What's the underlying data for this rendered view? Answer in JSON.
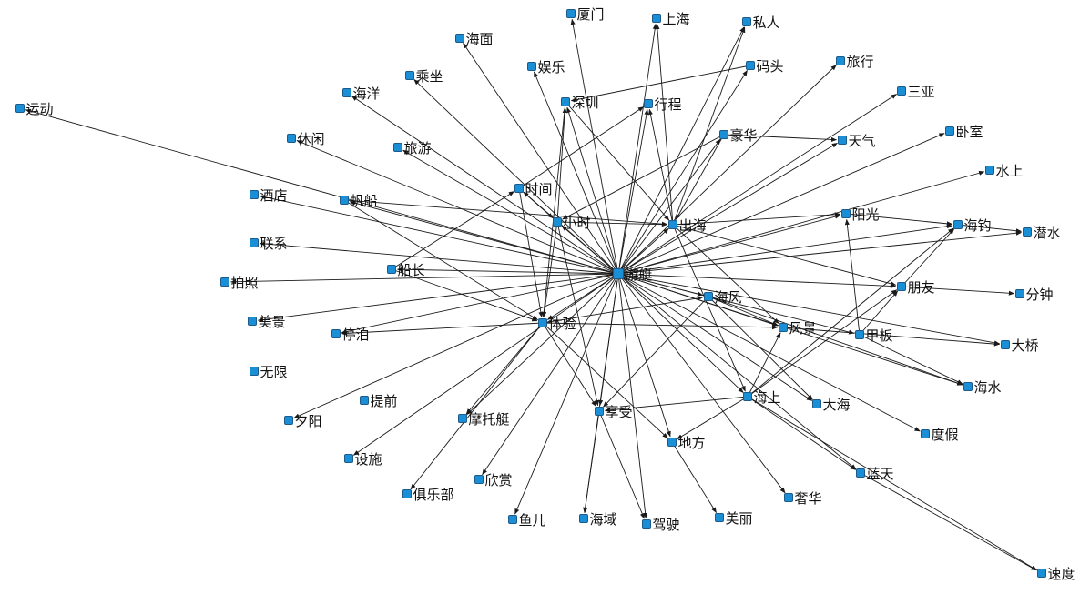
{
  "colors": {
    "node": "#1a8fd6",
    "node_border": "#1b5a8a",
    "edge": "#1a1a1a",
    "label": "#111111"
  },
  "nodes": [
    {
      "id": "youting",
      "label": "游艇"
    },
    {
      "id": "xiamen",
      "label": "厦门"
    },
    {
      "id": "shanghai",
      "label": "上海"
    },
    {
      "id": "siren",
      "label": "私人"
    },
    {
      "id": "haimian",
      "label": "海面"
    },
    {
      "id": "yule",
      "label": "娱乐"
    },
    {
      "id": "matou",
      "label": "码头"
    },
    {
      "id": "lvxing",
      "label": "旅行"
    },
    {
      "id": "chengzuo",
      "label": "乘坐"
    },
    {
      "id": "haiyang",
      "label": "海洋"
    },
    {
      "id": "shenzhen",
      "label": "深圳"
    },
    {
      "id": "xingcheng",
      "label": "行程"
    },
    {
      "id": "sanya",
      "label": "三亚"
    },
    {
      "id": "yundong",
      "label": "运动"
    },
    {
      "id": "woshi",
      "label": "卧室"
    },
    {
      "id": "haohua",
      "label": "豪华"
    },
    {
      "id": "xiuxian",
      "label": "休闲"
    },
    {
      "id": "lvyou",
      "label": "旅游"
    },
    {
      "id": "tianqi",
      "label": "天气"
    },
    {
      "id": "shuishang",
      "label": "水上"
    },
    {
      "id": "shijian",
      "label": "时间"
    },
    {
      "id": "jiudian",
      "label": "酒店"
    },
    {
      "id": "fanchuan",
      "label": "帆船"
    },
    {
      "id": "yangguang",
      "label": "阳光"
    },
    {
      "id": "xiaoshi",
      "label": "小时"
    },
    {
      "id": "chuhai",
      "label": "出海"
    },
    {
      "id": "haidiao",
      "label": "海钓"
    },
    {
      "id": "qianshui",
      "label": "潜水"
    },
    {
      "id": "lianxi",
      "label": "联系"
    },
    {
      "id": "chuanzhang",
      "label": "船长"
    },
    {
      "id": "paizhao",
      "label": "拍照"
    },
    {
      "id": "pengyou",
      "label": "朋友"
    },
    {
      "id": "fenzhong",
      "label": "分钟"
    },
    {
      "id": "haifeng",
      "label": "海风"
    },
    {
      "id": "meijing",
      "label": "美景"
    },
    {
      "id": "tiyan",
      "label": "体验"
    },
    {
      "id": "fengjing",
      "label": "风景"
    },
    {
      "id": "tingbo",
      "label": "停泊"
    },
    {
      "id": "jiaban",
      "label": "甲板"
    },
    {
      "id": "daqiao",
      "label": "大桥"
    },
    {
      "id": "wuxian",
      "label": "无限"
    },
    {
      "id": "haishui",
      "label": "海水"
    },
    {
      "id": "tiqian",
      "label": "提前"
    },
    {
      "id": "haishang",
      "label": "海上"
    },
    {
      "id": "dahai",
      "label": "大海"
    },
    {
      "id": "xiyang",
      "label": "夕阳"
    },
    {
      "id": "motuoting",
      "label": "摩托艇"
    },
    {
      "id": "xiangshou",
      "label": "享受"
    },
    {
      "id": "dujia",
      "label": "度假"
    },
    {
      "id": "difang",
      "label": "地方"
    },
    {
      "id": "sheshi",
      "label": "设施"
    },
    {
      "id": "lantian",
      "label": "蓝天"
    },
    {
      "id": "xinshang",
      "label": "欣赏"
    },
    {
      "id": "julebu",
      "label": "俱乐部"
    },
    {
      "id": "shehua",
      "label": "奢华"
    },
    {
      "id": "meili",
      "label": "美丽"
    },
    {
      "id": "yuer",
      "label": "鱼儿"
    },
    {
      "id": "haiyu",
      "label": "海域"
    },
    {
      "id": "jiashi",
      "label": "驾驶"
    },
    {
      "id": "sudu",
      "label": "速度"
    }
  ],
  "edges": [
    [
      "youting",
      "xiamen"
    ],
    [
      "youting",
      "shanghai"
    ],
    [
      "youting",
      "siren"
    ],
    [
      "youting",
      "haimian"
    ],
    [
      "youting",
      "yule"
    ],
    [
      "youting",
      "matou"
    ],
    [
      "youting",
      "lvxing"
    ],
    [
      "youting",
      "chengzuo"
    ],
    [
      "youting",
      "haiyang"
    ],
    [
      "youting",
      "shenzhen"
    ],
    [
      "youting",
      "xingcheng"
    ],
    [
      "youting",
      "sanya"
    ],
    [
      "youting",
      "yundong"
    ],
    [
      "youting",
      "woshi"
    ],
    [
      "youting",
      "haohua"
    ],
    [
      "youting",
      "xiuxian"
    ],
    [
      "youting",
      "lvyou"
    ],
    [
      "youting",
      "tianqi"
    ],
    [
      "youting",
      "shuishang"
    ],
    [
      "youting",
      "shijian"
    ],
    [
      "youting",
      "jiudian"
    ],
    [
      "youting",
      "fanchuan"
    ],
    [
      "youting",
      "yangguang"
    ],
    [
      "youting",
      "xiaoshi"
    ],
    [
      "youting",
      "chuhai"
    ],
    [
      "youting",
      "haidiao"
    ],
    [
      "youting",
      "lianxi"
    ],
    [
      "youting",
      "chuanzhang"
    ],
    [
      "youting",
      "paizhao"
    ],
    [
      "youting",
      "pengyou"
    ],
    [
      "youting",
      "haifeng"
    ],
    [
      "youting",
      "meijing"
    ],
    [
      "youting",
      "tiyan"
    ],
    [
      "youting",
      "fengjing"
    ],
    [
      "youting",
      "jiaban"
    ],
    [
      "youting",
      "daqiao"
    ],
    [
      "youting",
      "haishui"
    ],
    [
      "youting",
      "haishang"
    ],
    [
      "youting",
      "dahai"
    ],
    [
      "youting",
      "xiyang"
    ],
    [
      "youting",
      "motuoting"
    ],
    [
      "youting",
      "xiangshou"
    ],
    [
      "youting",
      "dujia"
    ],
    [
      "youting",
      "difang"
    ],
    [
      "youting",
      "sheshi"
    ],
    [
      "youting",
      "lantian"
    ],
    [
      "youting",
      "xinshang"
    ],
    [
      "youting",
      "shehua"
    ],
    [
      "youting",
      "yuer"
    ],
    [
      "youting",
      "haiyu"
    ],
    [
      "youting",
      "jiashi"
    ],
    [
      "youting",
      "tingbo"
    ],
    [
      "matou",
      "shenzhen"
    ],
    [
      "shenzhen",
      "chuhai"
    ],
    [
      "shenzhen",
      "tiyan"
    ],
    [
      "shijian",
      "xingcheng"
    ],
    [
      "shijian",
      "tiyan"
    ],
    [
      "shijian",
      "xiaoshi"
    ],
    [
      "xiaoshi",
      "chuhai"
    ],
    [
      "xiaoshi",
      "shenzhen"
    ],
    [
      "xiaoshi",
      "tiyan"
    ],
    [
      "xiaoshi",
      "xiangshou"
    ],
    [
      "haohua",
      "chuhai"
    ],
    [
      "haohua",
      "xiaoshi"
    ],
    [
      "haohua",
      "tianqi"
    ],
    [
      "chuhai",
      "yangguang"
    ],
    [
      "chuhai",
      "pengyou"
    ],
    [
      "chuhai",
      "haishang"
    ],
    [
      "chuhai",
      "fengjing"
    ],
    [
      "chuhai",
      "siren"
    ],
    [
      "chuhai",
      "shanghai"
    ],
    [
      "chuhai",
      "xingcheng"
    ],
    [
      "fanchuan",
      "tiyan"
    ],
    [
      "fanchuan",
      "chuhai"
    ],
    [
      "chuanzhang",
      "shijian"
    ],
    [
      "chuanzhang",
      "tiyan"
    ],
    [
      "tiyan",
      "haifeng"
    ],
    [
      "tiyan",
      "xiangshou"
    ],
    [
      "tiyan",
      "fengjing"
    ],
    [
      "tiyan",
      "difang"
    ],
    [
      "tiyan",
      "motuoting"
    ],
    [
      "tiyan",
      "julebu"
    ],
    [
      "tiyan",
      "tingbo"
    ],
    [
      "haifeng",
      "xiangshou"
    ],
    [
      "haifeng",
      "fengjing"
    ],
    [
      "haifeng",
      "haishui"
    ],
    [
      "haifeng",
      "dahai"
    ],
    [
      "haishang",
      "fengjing"
    ],
    [
      "haishang",
      "pengyou"
    ],
    [
      "haishang",
      "haidiao"
    ],
    [
      "haishang",
      "lantian"
    ],
    [
      "haishang",
      "sudu"
    ],
    [
      "haishang",
      "difang"
    ],
    [
      "haishang",
      "xiangshou"
    ],
    [
      "jiaban",
      "yangguang"
    ],
    [
      "jiaban",
      "pengyou"
    ],
    [
      "jiaban",
      "haishui"
    ],
    [
      "pengyou",
      "fenzhong"
    ],
    [
      "haidiao",
      "qianshui"
    ],
    [
      "difang",
      "meili"
    ],
    [
      "lantian",
      "sudu"
    ],
    [
      "xiangshou",
      "haiyu"
    ],
    [
      "xiangshou",
      "jiashi"
    ],
    [
      "fengjing",
      "daqiao"
    ],
    [
      "yangguang",
      "haidiao"
    ],
    [
      "youting",
      "qianshui"
    ],
    [
      "pengyou",
      "haidiao"
    ]
  ]
}
